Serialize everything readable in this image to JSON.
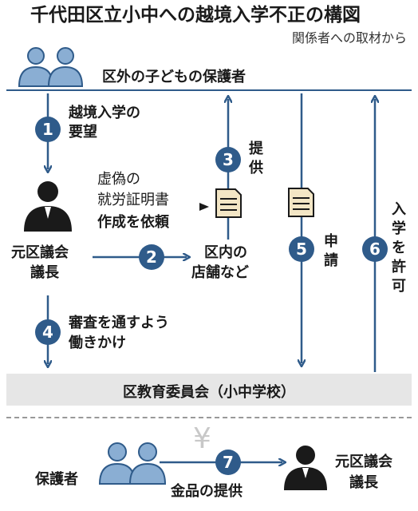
{
  "title": "千代田区立小中への越境入学不正の構図",
  "subtitle": "関係者への取材から",
  "top_bar_label": "区外の子どもの保護者",
  "bottom_bar_label": "区教育委員会（小中学校）",
  "actors": {
    "chair_line1": "元区議会",
    "chair_line2": "議長",
    "store_line1": "区内の",
    "store_line2": "店舗など",
    "guardian": "保護者",
    "chair2_line1": "元区議会",
    "chair2_line2": "議長"
  },
  "steps": [
    {
      "num": "1",
      "line1": "越境入学の",
      "line2": "要望"
    },
    {
      "num": "2"
    },
    {
      "num": "3",
      "line1": "提",
      "line2": "供"
    },
    {
      "num": "4",
      "line1": "審査を通すよう",
      "line2": "働きかけ"
    },
    {
      "num": "5",
      "line1": "申",
      "line2": "請"
    },
    {
      "num": "6",
      "line1": "入",
      "line2": "学",
      "line3": "を",
      "line4": "許",
      "line5": "可"
    },
    {
      "num": "7",
      "label": "金品の提供"
    }
  ],
  "request_label": {
    "line1": "虚偽の",
    "line2": "就労証明書",
    "line3": "作成を依頼"
  },
  "yen_symbol": "¥",
  "colors": {
    "accent": "#2f5b8a",
    "light_blue": "#8aaed3",
    "bar_gray": "#e6e6e6",
    "dark": "#1a1a1a"
  },
  "icons": [
    "person-pair-icon",
    "person-icon",
    "document-icon",
    "arrow-icon",
    "yen-icon"
  ]
}
